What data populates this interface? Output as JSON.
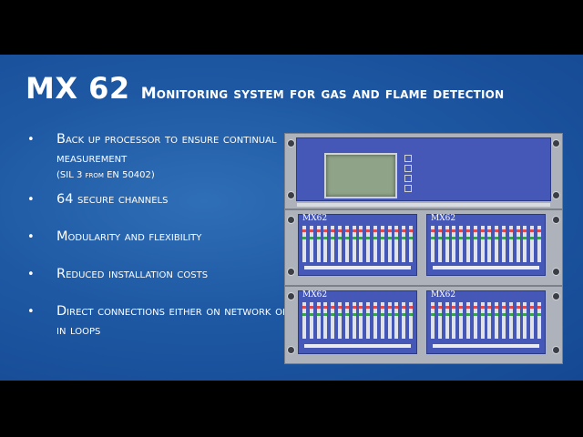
{
  "slide": {
    "title": "MX 62",
    "subtitle": "Monitoring system for gas and flame detection",
    "bullet_glyph": "•",
    "bullets": [
      {
        "text": "Back up processor to ensure continual measurement",
        "note": "(SIL 3 from EN 50402)"
      },
      {
        "text": "64 secure channels"
      },
      {
        "text": "Modularity and flexibility"
      },
      {
        "text": "Reduced installation costs"
      },
      {
        "text": "Direct connections either on network or in loops"
      }
    ]
  },
  "device": {
    "module_label": "MX62",
    "colors": {
      "rack": "#aeb2bb",
      "panel": "#4558b8",
      "lcd": "#8fa388"
    }
  }
}
